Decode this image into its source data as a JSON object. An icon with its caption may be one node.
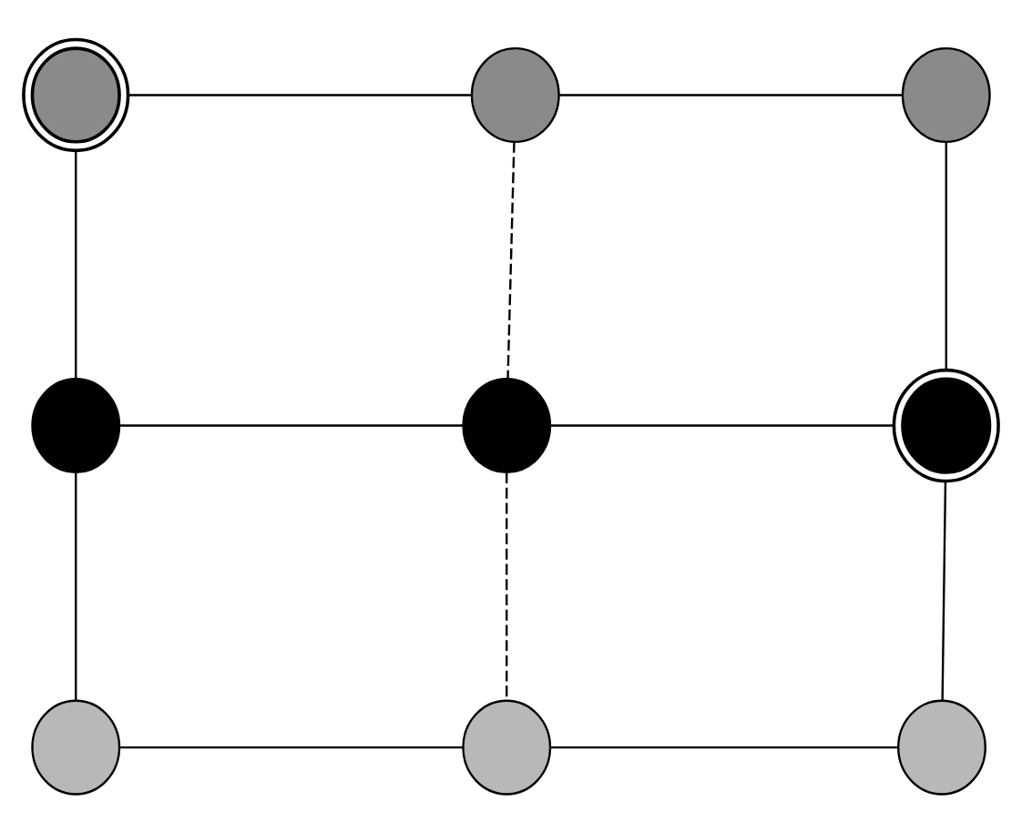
{
  "diagram": {
    "nodes": [
      {
        "text": [],
        "shape": "circle"
      },
      {
        "text": [],
        "shape": "circle"
      },
      {
        "text": [],
        "shape": "circle"
      },
      {
        "text": [],
        "shape": "circle"
      },
      {
        "text": [],
        "shape": "circle"
      },
      {
        "text": [],
        "shape": "circle"
      },
      {
        "text": [],
        "shape": "circle"
      },
      {
        "text": [],
        "shape": "circle"
      },
      {
        "text": [],
        "shape": "circle"
      }
    ],
    "edges": [
      {
        "from": 0,
        "to": 1,
        "arrow": "none"
      },
      {
        "from": 1,
        "to": 2,
        "arrow": "none"
      },
      {
        "from": 0,
        "to": 3,
        "arrow": "none"
      },
      {
        "from": 1,
        "to": 4,
        "arrow": "none",
        "style": "dashed"
      },
      {
        "from": 2,
        "to": 5,
        "arrow": "none"
      },
      {
        "from": 3,
        "to": 4,
        "arrow": "none"
      },
      {
        "from": 4,
        "to": 5,
        "arrow": "none"
      },
      {
        "from": 3,
        "to": 6,
        "arrow": "none"
      },
      {
        "from": 4,
        "to": 7,
        "arrow": "none",
        "style": "dashed"
      },
      {
        "from": 5,
        "to": 8,
        "arrow": "none"
      },
      {
        "from": 6,
        "to": 7,
        "arrow": "none"
      },
      {
        "from": 7,
        "to": 8,
        "arrow": "none"
      }
    ]
  }
}
